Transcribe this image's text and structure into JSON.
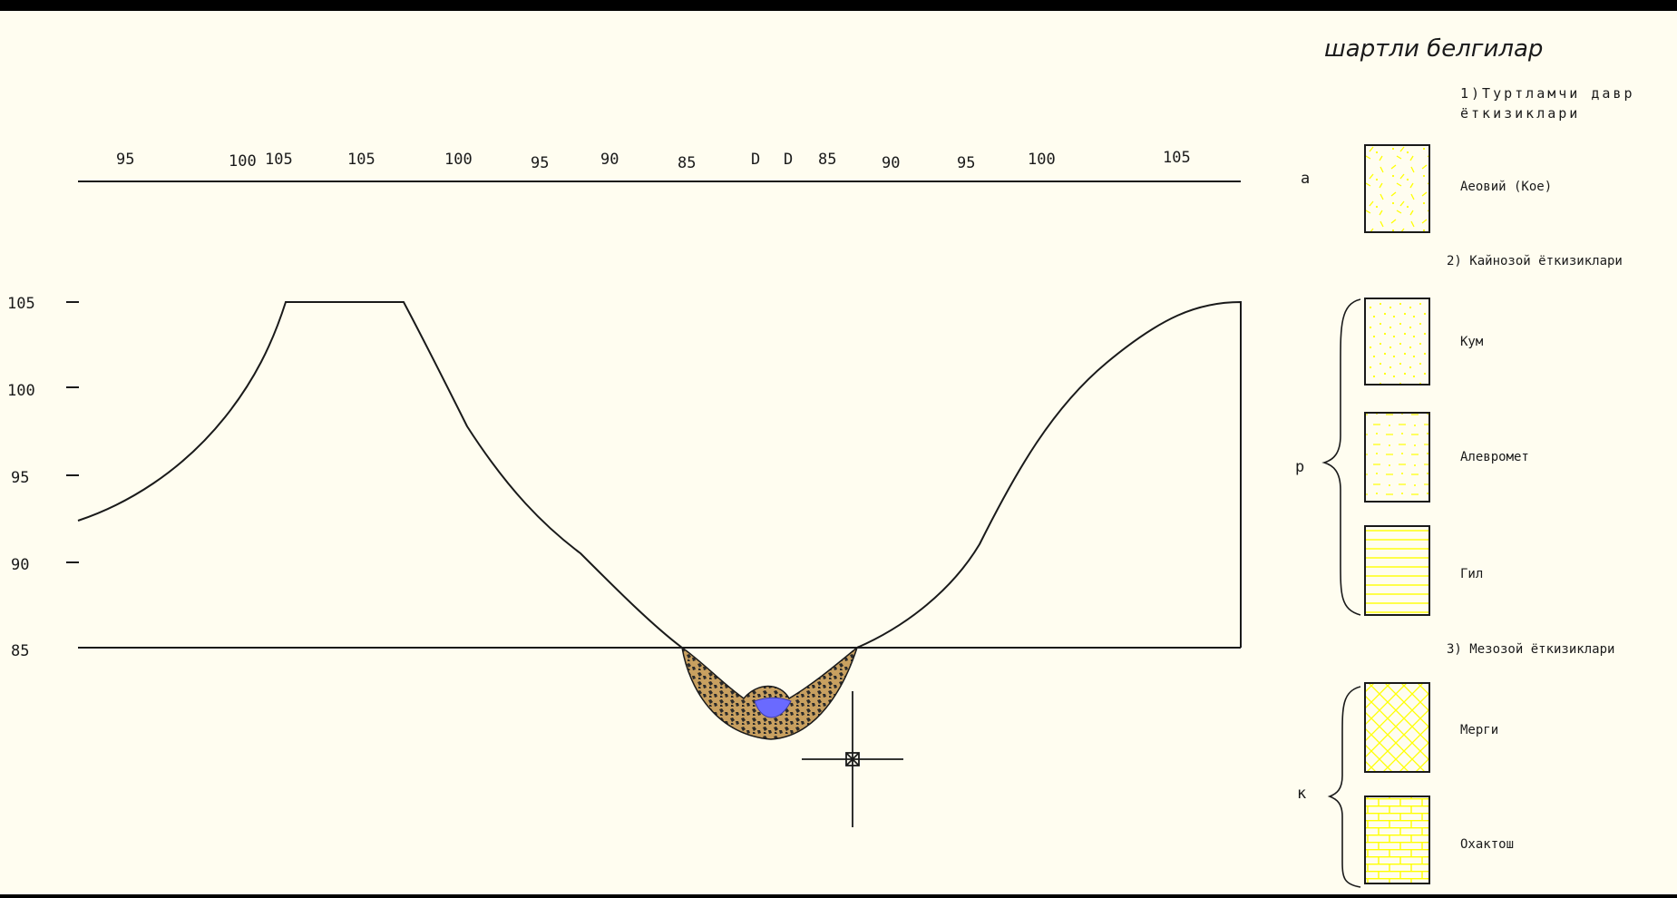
{
  "top_labels": [
    "95",
    "100",
    "105",
    "105",
    "100",
    "95",
    "90",
    "85",
    "D",
    "D",
    "85",
    "90",
    "95",
    "100",
    "105"
  ],
  "y_axis_labels": [
    "105",
    "100",
    "95",
    "90",
    "85"
  ],
  "legend": {
    "title": "шартли белгилар",
    "section1": "1)Туртламчи давр",
    "section1_line2": "ёткизиклари",
    "section2": "2) Кайнозой ёткизиклари",
    "section3": "3) Мезозой ёткизиклари",
    "index_a": "а",
    "index_p": "р",
    "index_k": "к",
    "item_alluvial": "Аеовий (Кое)",
    "item_sand": "Кум",
    "item_siltstone": "Алевромет",
    "item_clay": "Гил",
    "item_marl": "Мерги",
    "item_limestone": "Охактош"
  },
  "colors": {
    "background": "#000000",
    "paper": "#fffdf0",
    "line": "#1a1a1a",
    "pattern": "#ffff00",
    "water": "#6a6aff",
    "sediment": "#c8a060"
  }
}
